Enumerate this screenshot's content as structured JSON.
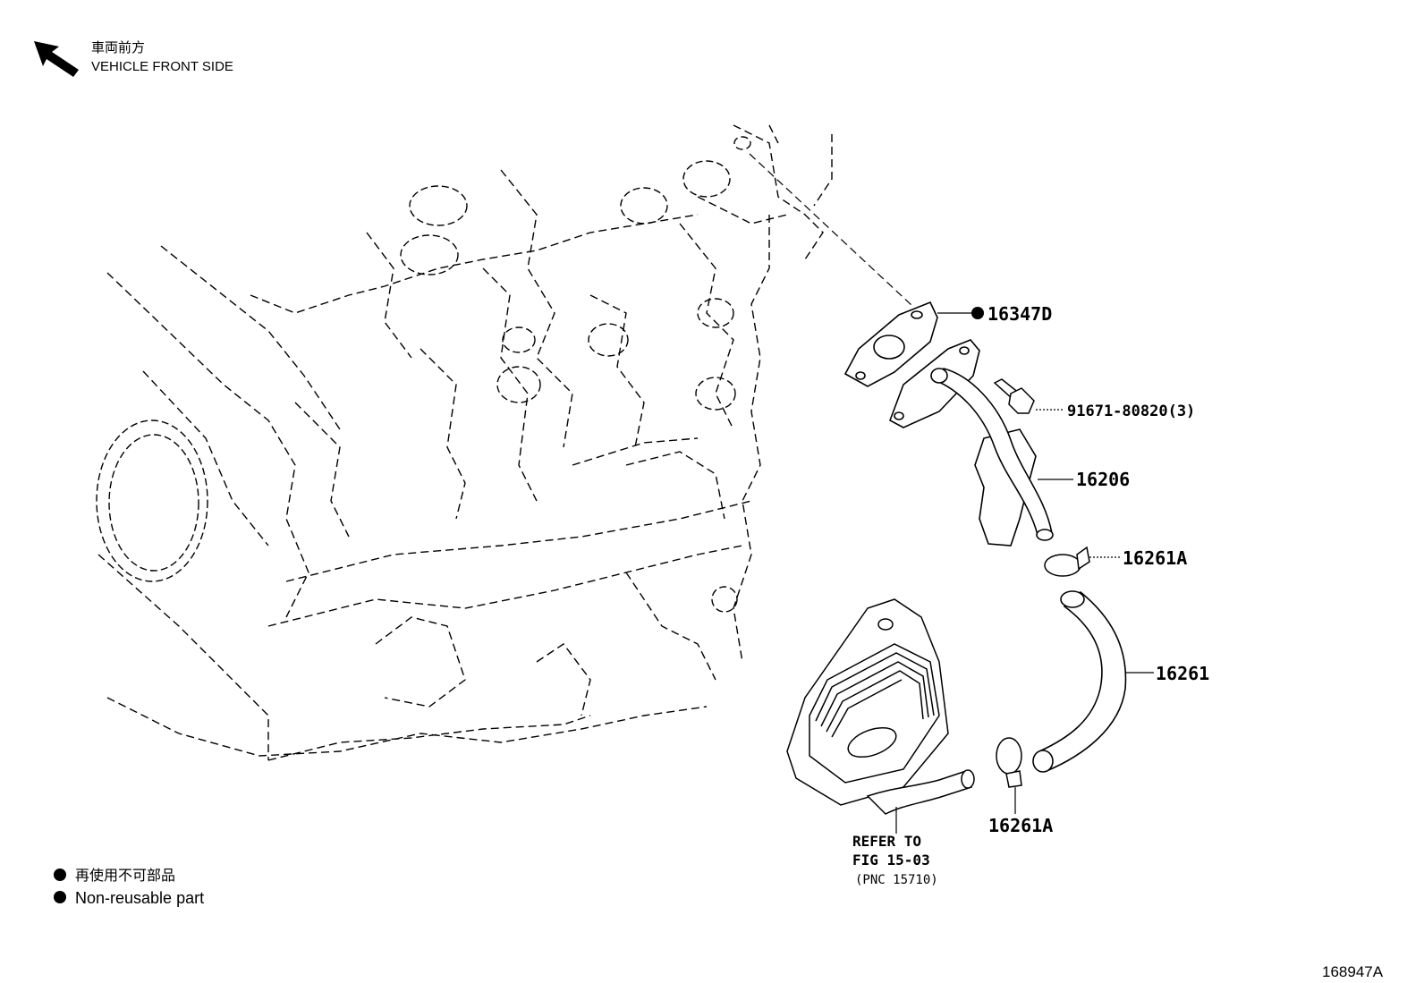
{
  "direction": {
    "label_jp": "車両前方",
    "label_en": "VEHICLE FRONT SIDE"
  },
  "callouts": {
    "gasket": "16347D",
    "bolt": "91671-80820(3)",
    "pipe": "16206",
    "clamp_upper": "16261A",
    "hose": "16261",
    "clamp_lower": "16261A"
  },
  "refer": {
    "line1": "REFER TO",
    "line2": "FIG 15-03",
    "line3": "(PNC 15710)"
  },
  "legend": {
    "jp": "再使用不可部品",
    "en": "Non-reusable part"
  },
  "figure_id": "168947A"
}
